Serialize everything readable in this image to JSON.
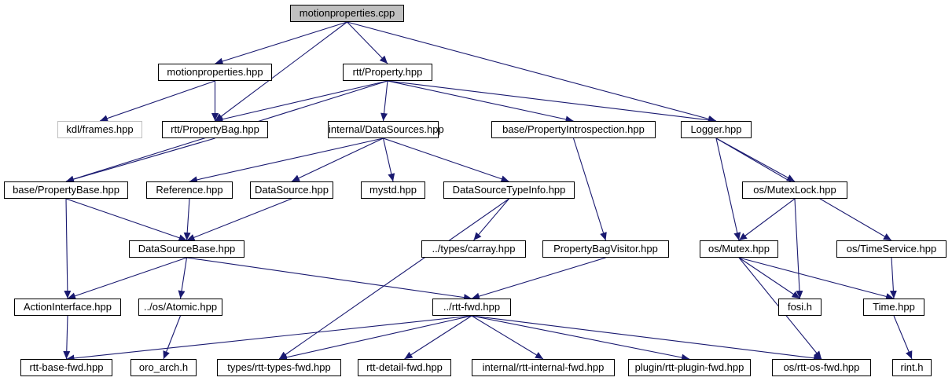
{
  "graph": {
    "style": {
      "edge_color": "#191970",
      "root_fill": "#bfbfbf",
      "node_border": "#000000",
      "external_border": "#bfbfbf"
    },
    "nodes": [
      {
        "id": "n_motionprop_cpp",
        "label": "motionproperties.cpp",
        "kind": "root"
      },
      {
        "id": "n_motionprop_hpp",
        "label": "motionproperties.hpp"
      },
      {
        "id": "n_rtt_property",
        "label": "rtt/Property.hpp"
      },
      {
        "id": "n_kdl_frames",
        "label": "kdl/frames.hpp",
        "kind": "external"
      },
      {
        "id": "n_rtt_propertybag",
        "label": "rtt/PropertyBag.hpp"
      },
      {
        "id": "n_internal_datasources",
        "label": "internal/DataSources.hpp"
      },
      {
        "id": "n_base_propintro",
        "label": "base/PropertyIntrospection.hpp"
      },
      {
        "id": "n_logger",
        "label": "Logger.hpp"
      },
      {
        "id": "n_base_propertybase",
        "label": "base/PropertyBase.hpp"
      },
      {
        "id": "n_reference",
        "label": "Reference.hpp"
      },
      {
        "id": "n_datasource",
        "label": "DataSource.hpp"
      },
      {
        "id": "n_mystd",
        "label": "mystd.hpp"
      },
      {
        "id": "n_dstypeinfo",
        "label": "DataSourceTypeInfo.hpp"
      },
      {
        "id": "n_os_mutexlock",
        "label": "os/MutexLock.hpp"
      },
      {
        "id": "n_datasourcebase",
        "label": "DataSourceBase.hpp"
      },
      {
        "id": "n_types_carray",
        "label": "../types/carray.hpp"
      },
      {
        "id": "n_propbagvisitor",
        "label": "PropertyBagVisitor.hpp"
      },
      {
        "id": "n_os_mutex",
        "label": "os/Mutex.hpp"
      },
      {
        "id": "n_os_timeservice",
        "label": "os/TimeService.hpp"
      },
      {
        "id": "n_actioninterface",
        "label": "ActionInterface.hpp"
      },
      {
        "id": "n_os_atomic",
        "label": "../os/Atomic.hpp"
      },
      {
        "id": "n_rtt_fwd",
        "label": "../rtt-fwd.hpp"
      },
      {
        "id": "n_fosi",
        "label": "fosi.h"
      },
      {
        "id": "n_time",
        "label": "Time.hpp"
      },
      {
        "id": "n_rtt_base_fwd",
        "label": "rtt-base-fwd.hpp"
      },
      {
        "id": "n_oro_arch",
        "label": "oro_arch.h"
      },
      {
        "id": "n_types_rtt_types_fwd",
        "label": "types/rtt-types-fwd.hpp"
      },
      {
        "id": "n_rtt_detail_fwd",
        "label": "rtt-detail-fwd.hpp"
      },
      {
        "id": "n_internal_rtt_internal_fwd",
        "label": "internal/rtt-internal-fwd.hpp"
      },
      {
        "id": "n_plugin_rtt_plugin_fwd",
        "label": "plugin/rtt-plugin-fwd.hpp"
      },
      {
        "id": "n_os_rtt_os_fwd",
        "label": "os/rtt-os-fwd.hpp"
      },
      {
        "id": "n_rint",
        "label": "rint.h"
      }
    ],
    "edges": [
      {
        "from": "n_motionprop_cpp",
        "to": "n_motionprop_hpp"
      },
      {
        "from": "n_motionprop_cpp",
        "to": "n_rtt_propertybag"
      },
      {
        "from": "n_motionprop_cpp",
        "to": "n_rtt_property"
      },
      {
        "from": "n_motionprop_cpp",
        "to": "n_logger"
      },
      {
        "from": "n_motionprop_hpp",
        "to": "n_kdl_frames"
      },
      {
        "from": "n_motionprop_hpp",
        "to": "n_rtt_propertybag"
      },
      {
        "from": "n_rtt_property",
        "to": "n_rtt_propertybag"
      },
      {
        "from": "n_rtt_property",
        "to": "n_base_propertybase"
      },
      {
        "from": "n_rtt_property",
        "to": "n_internal_datasources"
      },
      {
        "from": "n_rtt_property",
        "to": "n_base_propintro"
      },
      {
        "from": "n_rtt_property",
        "to": "n_logger"
      },
      {
        "from": "n_rtt_propertybag",
        "to": "n_base_propertybase"
      },
      {
        "from": "n_internal_datasources",
        "to": "n_reference"
      },
      {
        "from": "n_internal_datasources",
        "to": "n_datasource"
      },
      {
        "from": "n_internal_datasources",
        "to": "n_mystd"
      },
      {
        "from": "n_internal_datasources",
        "to": "n_dstypeinfo"
      },
      {
        "from": "n_base_propintro",
        "to": "n_propbagvisitor"
      },
      {
        "from": "n_logger",
        "to": "n_os_mutexlock"
      },
      {
        "from": "n_logger",
        "to": "n_os_mutex"
      },
      {
        "from": "n_logger",
        "to": "n_os_timeservice"
      },
      {
        "from": "n_base_propertybase",
        "to": "n_datasourcebase"
      },
      {
        "from": "n_base_propertybase",
        "to": "n_actioninterface"
      },
      {
        "from": "n_reference",
        "to": "n_datasourcebase"
      },
      {
        "from": "n_datasource",
        "to": "n_datasourcebase"
      },
      {
        "from": "n_dstypeinfo",
        "to": "n_types_carray"
      },
      {
        "from": "n_dstypeinfo",
        "to": "n_types_rtt_types_fwd"
      },
      {
        "from": "n_os_mutexlock",
        "to": "n_os_mutex"
      },
      {
        "from": "n_os_mutexlock",
        "to": "n_fosi"
      },
      {
        "from": "n_datasourcebase",
        "to": "n_actioninterface"
      },
      {
        "from": "n_datasourcebase",
        "to": "n_os_atomic"
      },
      {
        "from": "n_datasourcebase",
        "to": "n_rtt_fwd"
      },
      {
        "from": "n_propbagvisitor",
        "to": "n_rtt_fwd"
      },
      {
        "from": "n_os_mutex",
        "to": "n_fosi"
      },
      {
        "from": "n_os_mutex",
        "to": "n_time"
      },
      {
        "from": "n_os_mutex",
        "to": "n_os_rtt_os_fwd"
      },
      {
        "from": "n_os_timeservice",
        "to": "n_time"
      },
      {
        "from": "n_actioninterface",
        "to": "n_rtt_base_fwd"
      },
      {
        "from": "n_os_atomic",
        "to": "n_oro_arch"
      },
      {
        "from": "n_rtt_fwd",
        "to": "n_rtt_base_fwd"
      },
      {
        "from": "n_rtt_fwd",
        "to": "n_types_rtt_types_fwd"
      },
      {
        "from": "n_rtt_fwd",
        "to": "n_rtt_detail_fwd"
      },
      {
        "from": "n_rtt_fwd",
        "to": "n_internal_rtt_internal_fwd"
      },
      {
        "from": "n_rtt_fwd",
        "to": "n_plugin_rtt_plugin_fwd"
      },
      {
        "from": "n_rtt_fwd",
        "to": "n_os_rtt_os_fwd"
      },
      {
        "from": "n_time",
        "to": "n_rint"
      }
    ]
  }
}
